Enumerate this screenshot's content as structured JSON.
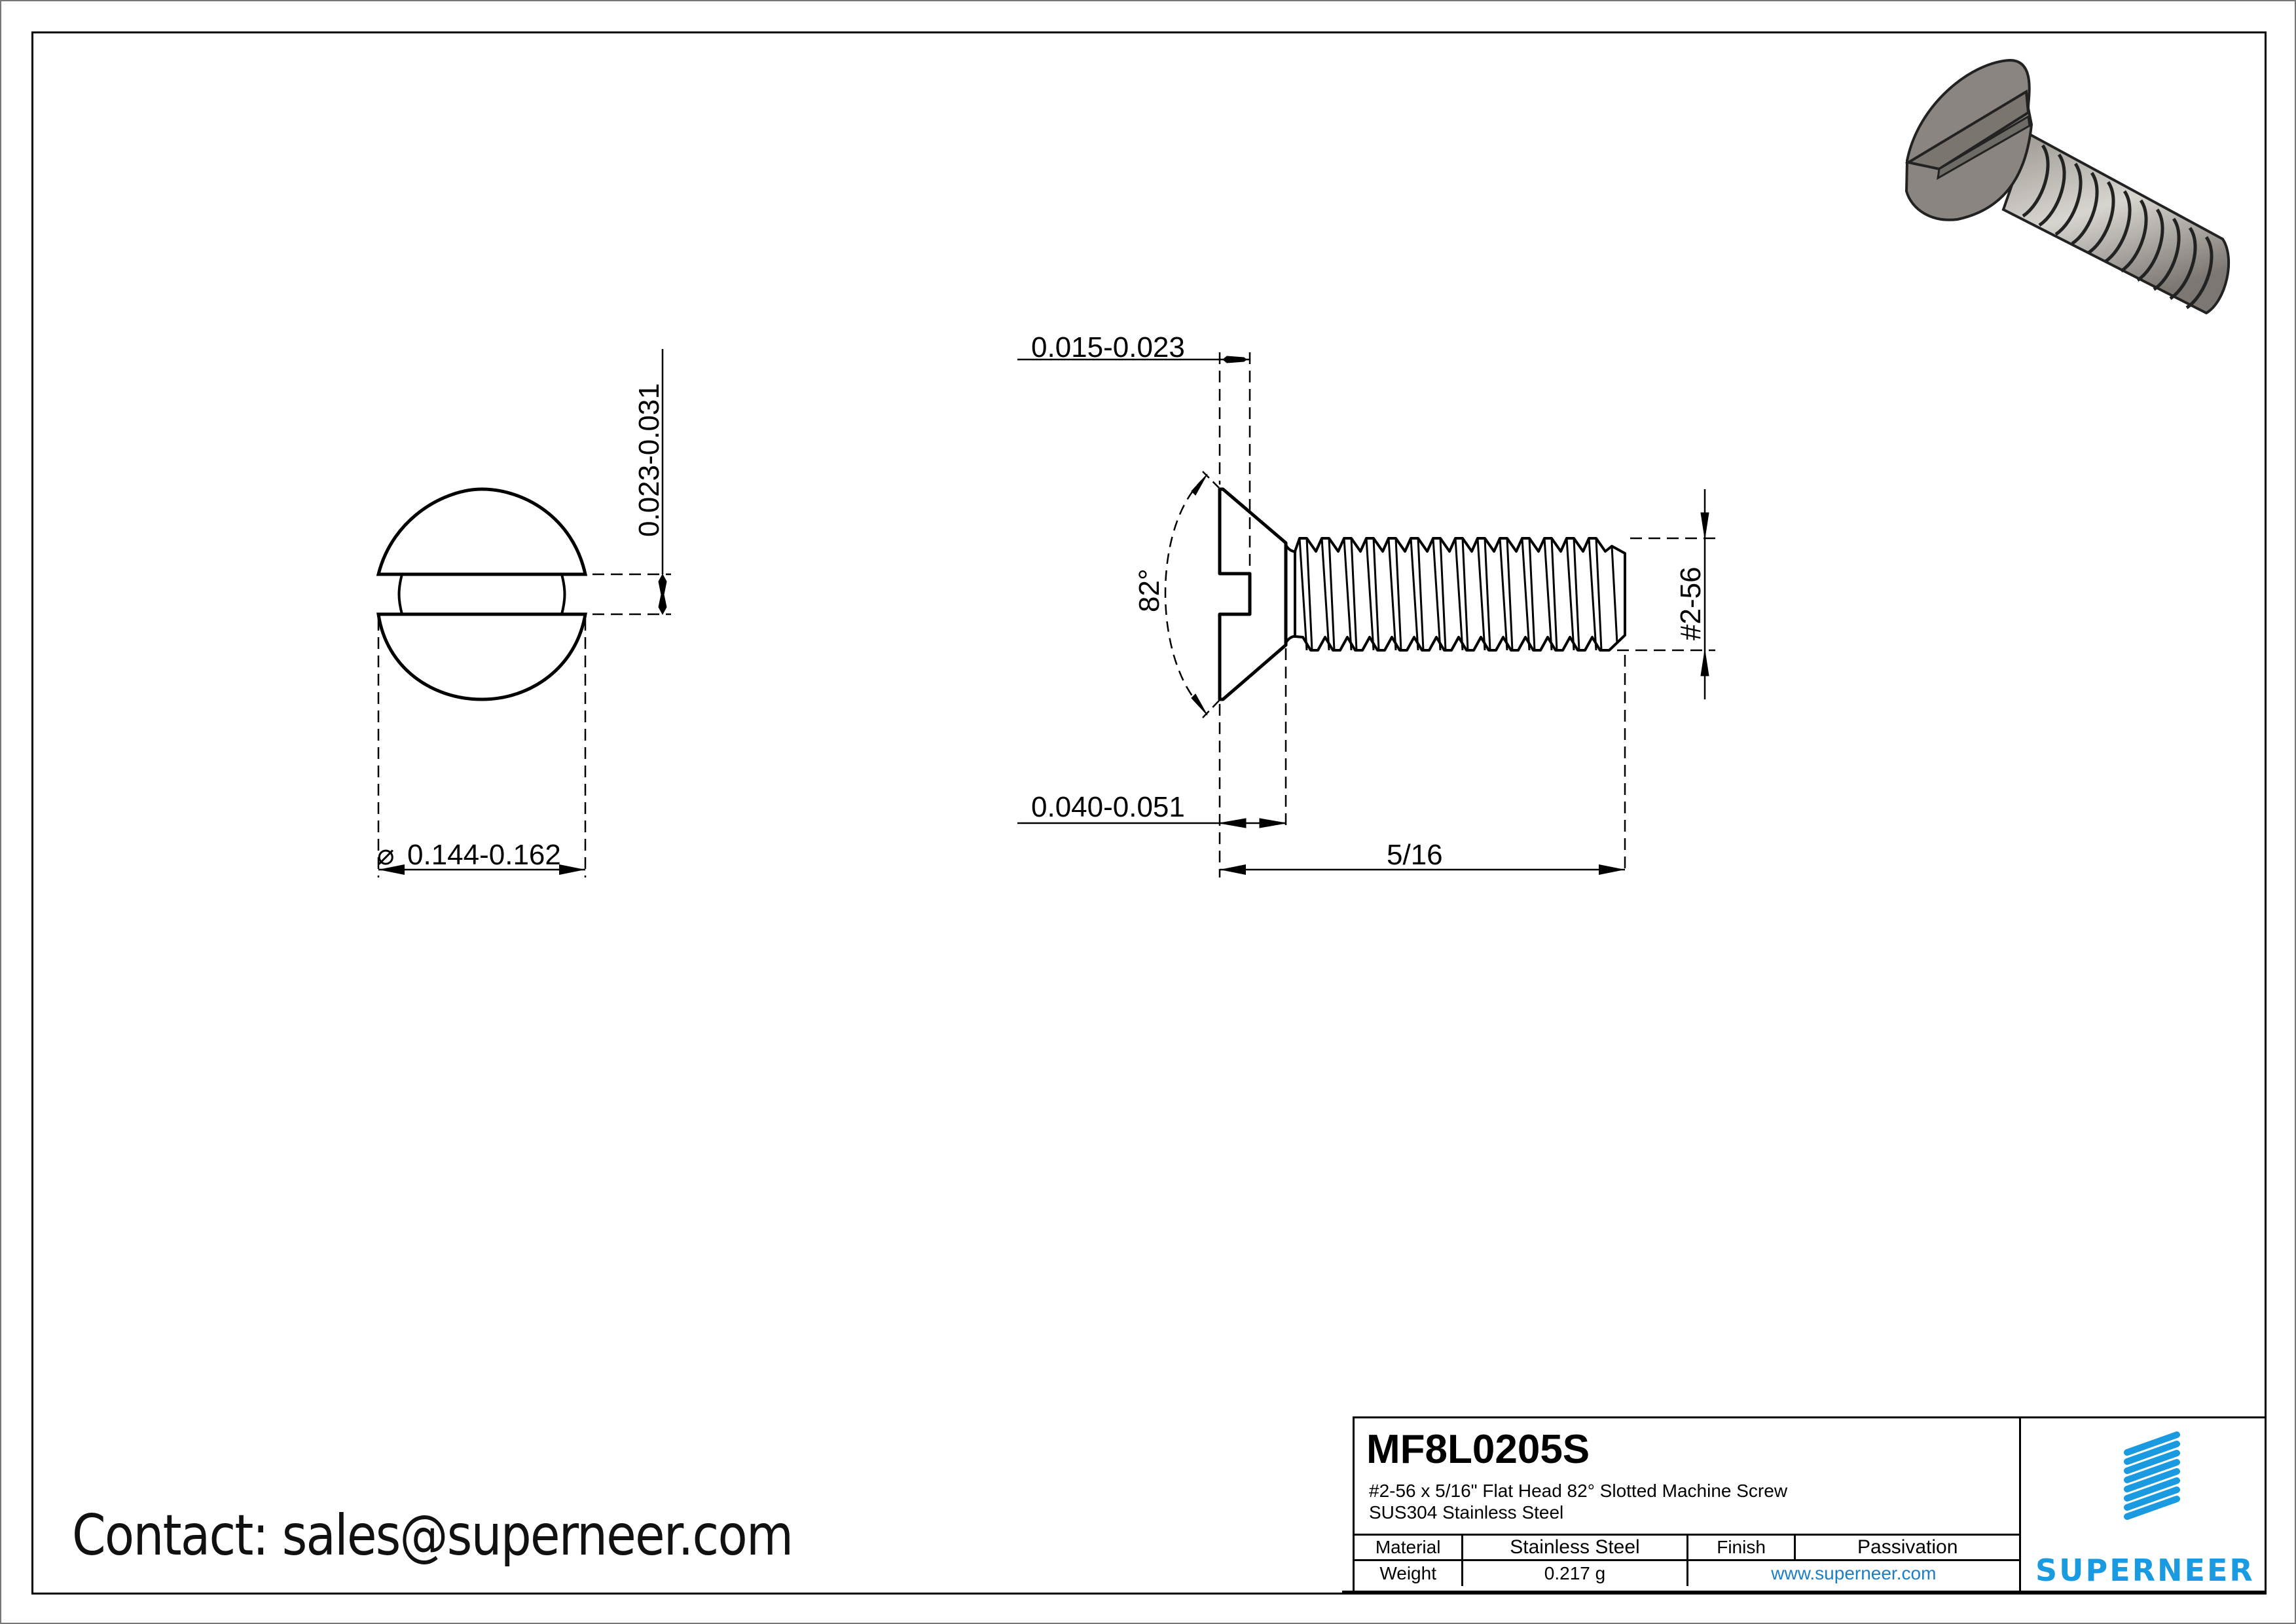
{
  "title_block": {
    "part_number": "MF8L0205S",
    "description": "#2-56 x 5/16\" Flat Head 82° Slotted Machine Screw",
    "material_spec": "SUS304 Stainless Steel",
    "rows": [
      {
        "label": "Material",
        "value": "Stainless Steel",
        "label2": "Finish",
        "value2": "Passivation"
      },
      {
        "label": "Weight",
        "value": "0.217 g",
        "link": "www.superneer.com"
      }
    ],
    "logo": {
      "name": "SUPERNEER",
      "color": "#1a9ae0",
      "icon": "striped-parallelogram-logo-icon"
    }
  },
  "contact": {
    "text": "Contact: sales@superneer.com"
  },
  "dimensions": {
    "top_view": {
      "slot_depth": "0.023-0.031",
      "head_diameter_symbol": "⌀",
      "head_diameter": "0.144-0.162"
    },
    "side_view": {
      "slot_width": "0.015-0.023",
      "countersink_angle": "82°",
      "head_height": "0.040-0.051",
      "length": "5/16",
      "thread": "#2-56"
    }
  },
  "isometric_view": {
    "icon": "screw-3d-render-icon",
    "color": "#8a8580"
  }
}
